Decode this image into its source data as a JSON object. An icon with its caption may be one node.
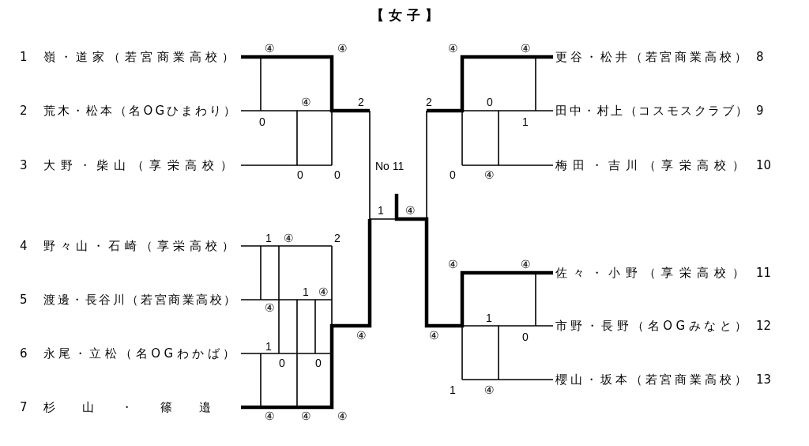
{
  "diagram": {
    "title": "【 女 子 】",
    "nodes": [
      {
        "text": [
          "嶺・道家（若宮商業高校）"
        ],
        "beside": [
          "1"
        ]
      },
      {
        "text": [
          "荒木・松本（名OGひまわり）"
        ],
        "beside": [
          "2"
        ]
      },
      {
        "text": [
          "大野・柴山（享栄高校）"
        ],
        "beside": [
          "3"
        ]
      },
      {
        "text": [
          "野々山・石崎（享栄高校）"
        ],
        "beside": [
          "4"
        ]
      },
      {
        "text": [
          "渡邊・長谷川（若宮商業高校）"
        ],
        "beside": [
          "5"
        ]
      },
      {
        "text": [
          "永尾・立松（名OGわかば）"
        ],
        "beside": [
          "6"
        ]
      },
      {
        "text": [
          "杉山・篠邉"
        ],
        "beside": [
          "7"
        ]
      },
      {
        "text": [
          "更谷・松井（若宮商業高校）"
        ],
        "beside": [
          "8"
        ]
      },
      {
        "text": [
          "田中・村上（コスモスクラブ）"
        ],
        "beside": [
          "9"
        ]
      },
      {
        "text": [
          "梅田・吉川（享栄高校）"
        ],
        "beside": [
          "10"
        ]
      },
      {
        "text": [
          "佐々・小野（享栄高校）"
        ],
        "beside": [
          "11"
        ]
      },
      {
        "text": [
          "市野・長野（名OGみなと）"
        ],
        "beside": [
          "12"
        ]
      },
      {
        "text": [
          "櫻山・坂本（若宮商業高校）"
        ],
        "beside": [
          "13"
        ]
      }
    ],
    "labels": [
      "④",
      "④",
      "④",
      "④",
      "④",
      "2",
      "2",
      "0",
      "0",
      "1",
      "No 11",
      "0",
      "0",
      "0",
      "④",
      "1",
      "④",
      "1",
      "④",
      "2",
      "④",
      "④",
      "1",
      "④",
      "④",
      "1",
      "④",
      "④",
      "0",
      "1",
      "0",
      "0",
      "1",
      "④",
      "④",
      "④",
      "④"
    ]
  }
}
